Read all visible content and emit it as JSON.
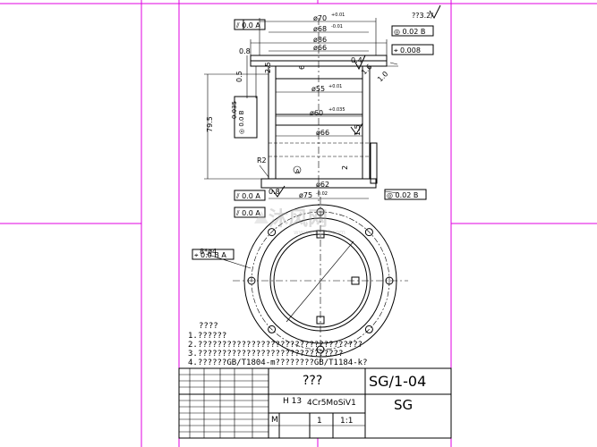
{
  "drawing": {
    "roughness_symbol": "??3.2/",
    "dimensions": {
      "d70": "ø70",
      "d70_tol": "+0.01",
      "d68": "ø68",
      "d68_tol": "-0.01",
      "d86": "ø86",
      "d66_top": "ø66",
      "d55": "ø55",
      "d55_tol": "+0.01",
      "d60": "ø60",
      "d60_tol": "+0.035",
      "d66": "ø66",
      "d62": "ø62",
      "d75": "ø75",
      "d75_tol": "-0.02",
      "h79_5": "79.5",
      "h0_5": "0.5",
      "h1_5": "1.5",
      "h2_5": "2.5",
      "d0_8a": "0.8",
      "d0_8b": "0.8",
      "d0_4": "0.4",
      "d1_6": "1.6",
      "d1_0": "1.0",
      "d2": "2",
      "d6": "6",
      "r2": "R2",
      "tol_0035": "0.035",
      "holes": "8*ø4"
    },
    "tolerance_frames": {
      "top_left": "⫽ 0.0 A",
      "top_right_1": "◎ 0.02 B",
      "top_right_2": "⌖ 0.008",
      "bottom_left": "⫽ 0.0 A",
      "bottom_right": "◎ 0.02 B",
      "mid_left": "⫽ 0.0 A",
      "holes_frame": "⌖ 0.0 B A",
      "left_vertical": "◎ 0.0 B"
    },
    "datum_a": "A",
    "datum_b": "B"
  },
  "notes": {
    "heading": "????",
    "line1": "1.??????",
    "line2": "2.??????????????????????????????????",
    "line3": "3.??????????????????????????????",
    "line4": "4.??????GB/T1804-m????????GB/T1184-k?"
  },
  "title_block": {
    "part_name": "???",
    "drawing_no": "SG/1-04",
    "company": "SG",
    "material_row": "H 13",
    "material": "4Cr5MoSiV1",
    "scale_label": "M",
    "quantity": "1",
    "scale": "1:1"
  },
  "watermark": {
    "text": "沐风网",
    "url": "www.mfcad.com"
  }
}
